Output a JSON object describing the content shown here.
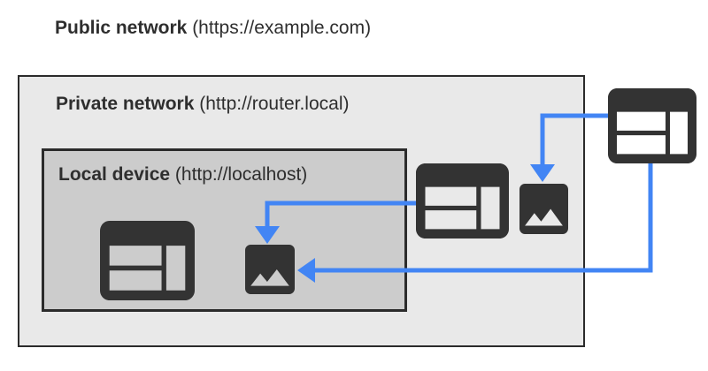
{
  "labels": {
    "public": {
      "bold": "Public network",
      "rest": " (https://example.com)"
    },
    "private": {
      "bold": "Private network",
      "rest": " (http://router.local)"
    },
    "local": {
      "bold": "Local device",
      "rest": " (http://localhost)"
    }
  },
  "icons": {
    "public_browser": "browser-window-icon",
    "private_browser": "browser-window-icon",
    "private_image": "image-icon",
    "local_browser": "browser-window-icon",
    "local_image": "image-icon"
  },
  "arrows": [
    {
      "from": "public-browser-icon",
      "to": "private-image-icon"
    },
    {
      "from": "public-browser-icon",
      "to": "local-image-icon"
    },
    {
      "from": "private-browser-icon",
      "to": "local-image-icon"
    }
  ],
  "colors": {
    "arrow": "#4285f4",
    "icon": "#333333",
    "box_border": "#2b2b2b",
    "private_fill": "#e9e9e9",
    "local_fill": "#cccccc",
    "text": "#2e2e2e",
    "background": "#ffffff"
  }
}
